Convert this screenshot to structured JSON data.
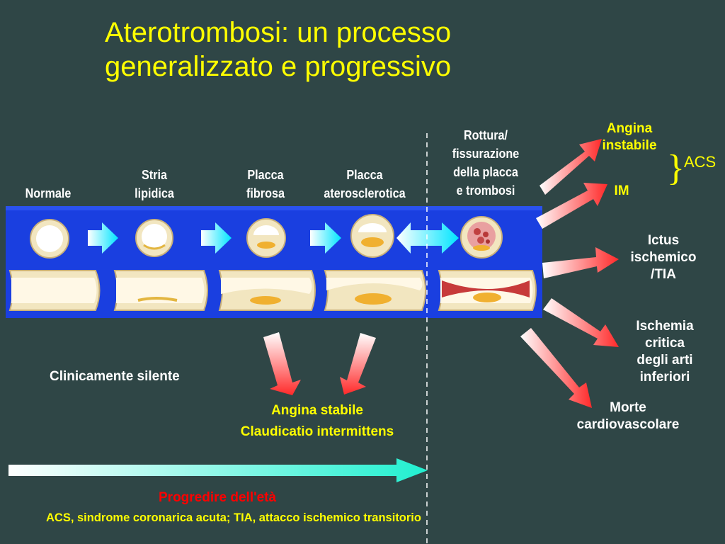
{
  "title": {
    "line1": "Aterotrombosi: un processo",
    "line2": "generalizzato e progressivo"
  },
  "stages": {
    "normale": "Normale",
    "stria_1": "Stria",
    "stria_2": "lipidica",
    "fibrosa_1": "Placca",
    "fibrosa_2": "fibrosa",
    "atero_1": "Placca",
    "atero_2": "aterosclerotica",
    "rottura_1": "Rottura/",
    "rottura_2": "fissurazione",
    "rottura_3": "della placca",
    "rottura_4": "e trombosi"
  },
  "outcomes": {
    "angina_instabile_1": "Angina",
    "angina_instabile_2": "instabile",
    "acs": "ACS",
    "im": "IM",
    "ictus_1": "Ictus",
    "ictus_2": "ischemico",
    "ictus_3": "/TIA",
    "ischemia_1": "Ischemia",
    "ischemia_2": "critica",
    "ischemia_3": "degli arti",
    "ischemia_4": "inferiori",
    "morte_1": "Morte",
    "morte_2": "cardiovascolare"
  },
  "clinical": {
    "silent": "Clinicamente silente",
    "angina_stabile": "Angina stabile",
    "claudicatio": "Claudicatio intermittens"
  },
  "age": "Progredire dell'età",
  "footnote": "ACS, sindrome coronarica acuta; TIA, attacco ischemico transitorio",
  "colors": {
    "background": "#2f4646",
    "title": "#ffff00",
    "panel": "#1a3fe0",
    "arrow_red": "#ff2a2a",
    "arrow_cyan": "#00e5ff"
  }
}
